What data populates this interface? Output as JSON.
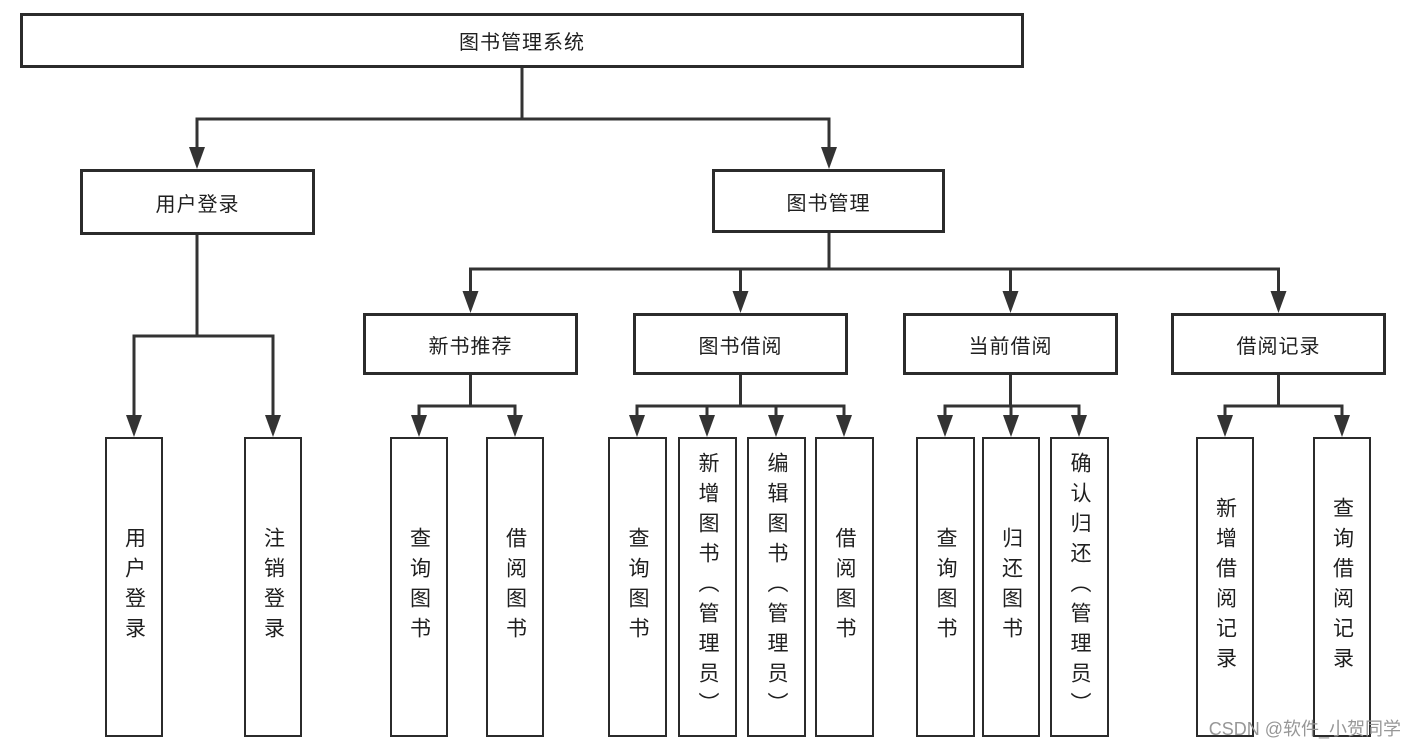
{
  "diagram": {
    "root": {
      "label": "图书管理系统"
    },
    "level2": [
      {
        "label": "用户登录"
      },
      {
        "label": "图书管理"
      }
    ],
    "level3": [
      {
        "label": "新书推荐"
      },
      {
        "label": "图书借阅"
      },
      {
        "label": "当前借阅"
      },
      {
        "label": "借阅记录"
      }
    ],
    "leaves": {
      "user_login": [
        "用户登录",
        "注销登录"
      ],
      "new_book": [
        "查询图书",
        "借阅图书"
      ],
      "book_borrow": [
        "查询图书",
        "新增图书（管理员）",
        "编辑图书（管理员）",
        "借阅图书"
      ],
      "current_borrow": [
        "查询图书",
        "归还图书",
        "确认归还（管理员）"
      ],
      "borrow_records": [
        "新增借阅记录",
        "查询借阅记录"
      ]
    }
  },
  "watermark": "CSDN @软件_小贺同学",
  "colors": {
    "line": "#333333",
    "box_border": "#2b2b2b",
    "text": "#1f1f1f",
    "watermark": "#979797",
    "background": "#ffffff"
  }
}
